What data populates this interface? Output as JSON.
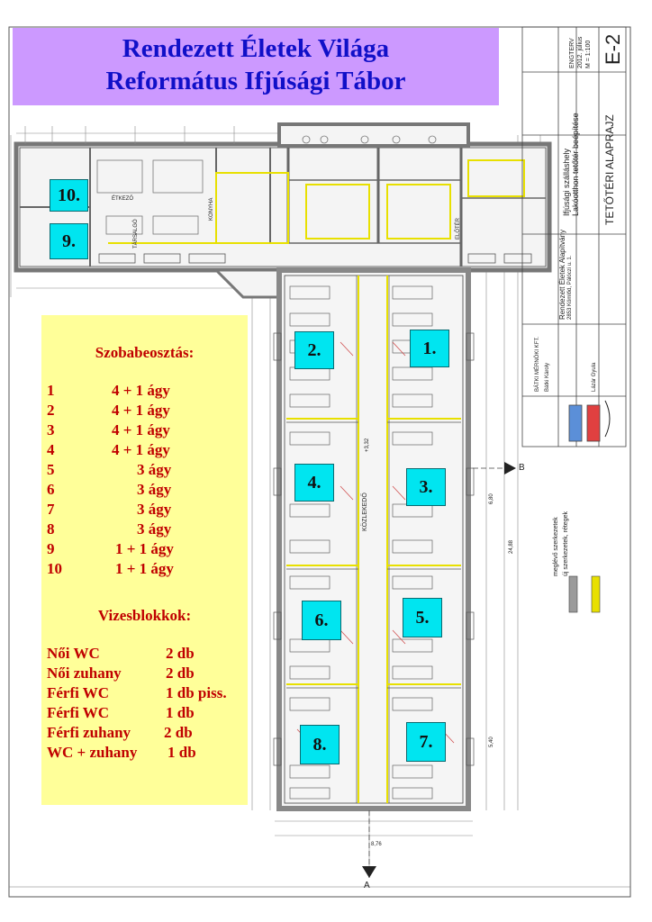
{
  "header": {
    "line1": "Rendezett Életek Világa",
    "line2": "Református Ifjúsági Tábor"
  },
  "rooms_legend": {
    "title": "Szobabeosztás:",
    "rows": [
      {
        "n": "1",
        "v": "4 + 1 ágy"
      },
      {
        "n": "2",
        "v": "4 + 1 ágy"
      },
      {
        "n": "3",
        "v": "4 + 1 ágy"
      },
      {
        "n": "4",
        "v": "4 + 1 ágy"
      },
      {
        "n": "5",
        "v": "3 ágy"
      },
      {
        "n": "6",
        "v": "3 ágy"
      },
      {
        "n": "7",
        "v": "3 ágy"
      },
      {
        "n": "8",
        "v": "3 ágy"
      },
      {
        "n": "9",
        "v": "1 + 1 ágy"
      },
      {
        "n": "10",
        "v": "1 + 1 ágy"
      }
    ]
  },
  "bath_legend": {
    "title": "Vizesblokkok:",
    "rows": [
      {
        "n": "Női WC",
        "v": "2 db"
      },
      {
        "n": "Női zuhany",
        "v": "2 db"
      },
      {
        "n": "Férfi WC",
        "v": "1 db piss."
      },
      {
        "n": "Férfi WC",
        "v": "1 db"
      },
      {
        "n": "Férfi zuhany",
        "v": "2 db"
      },
      {
        "n": "WC + zuhany",
        "v": "1 db"
      }
    ]
  },
  "room_labels": [
    "10.",
    "9.",
    "2.",
    "1.",
    "4.",
    "3.",
    "6.",
    "5.",
    "8.",
    "7."
  ],
  "title_block": {
    "sheet_code": "E-2",
    "drawing_title": "TETŐTÉRI ALAPRAJZ",
    "scale": "M = 1:100",
    "date": "2012. július",
    "phase": "ENGTERV",
    "project_line1": "Ifjúsági szálláshely",
    "project_line2": "Lakóotthon tetőtér beépítése",
    "client": "Rendezett Életek Alapítvány",
    "client_address": "2853 Kömlőd, Pálóczi u. 1.",
    "engineer": "BÁTKI MÉRNÖKI KFT.",
    "designer": "Bátki Károly",
    "designer2": "Lázár Gyula",
    "legend_existing": "meglévő szerkezetek",
    "legend_new": "új szerkezetek, rétegek"
  },
  "plan_texts": {
    "corridor": "KÖZLEKEDŐ",
    "kitchen": "KONYHA",
    "dining": "ÉTKEZŐ",
    "lounge": "TÁRSALGÓ",
    "entry": "ELŐTÉR",
    "section_a": "A",
    "section_b": "B",
    "dim_1": "24,88",
    "dim_2": "5,40",
    "dim_3": "6,80",
    "dim_4": "8,76",
    "level": "+3,32"
  },
  "colors": {
    "header_bg": "#cc99ff",
    "header_text": "#1010c8",
    "legend_bg": "#ffff99",
    "legend_text": "#c00000",
    "label_bg": "#00e5f0",
    "new_wall": "#e8e000",
    "existing_wall": "#9a9a9a"
  }
}
